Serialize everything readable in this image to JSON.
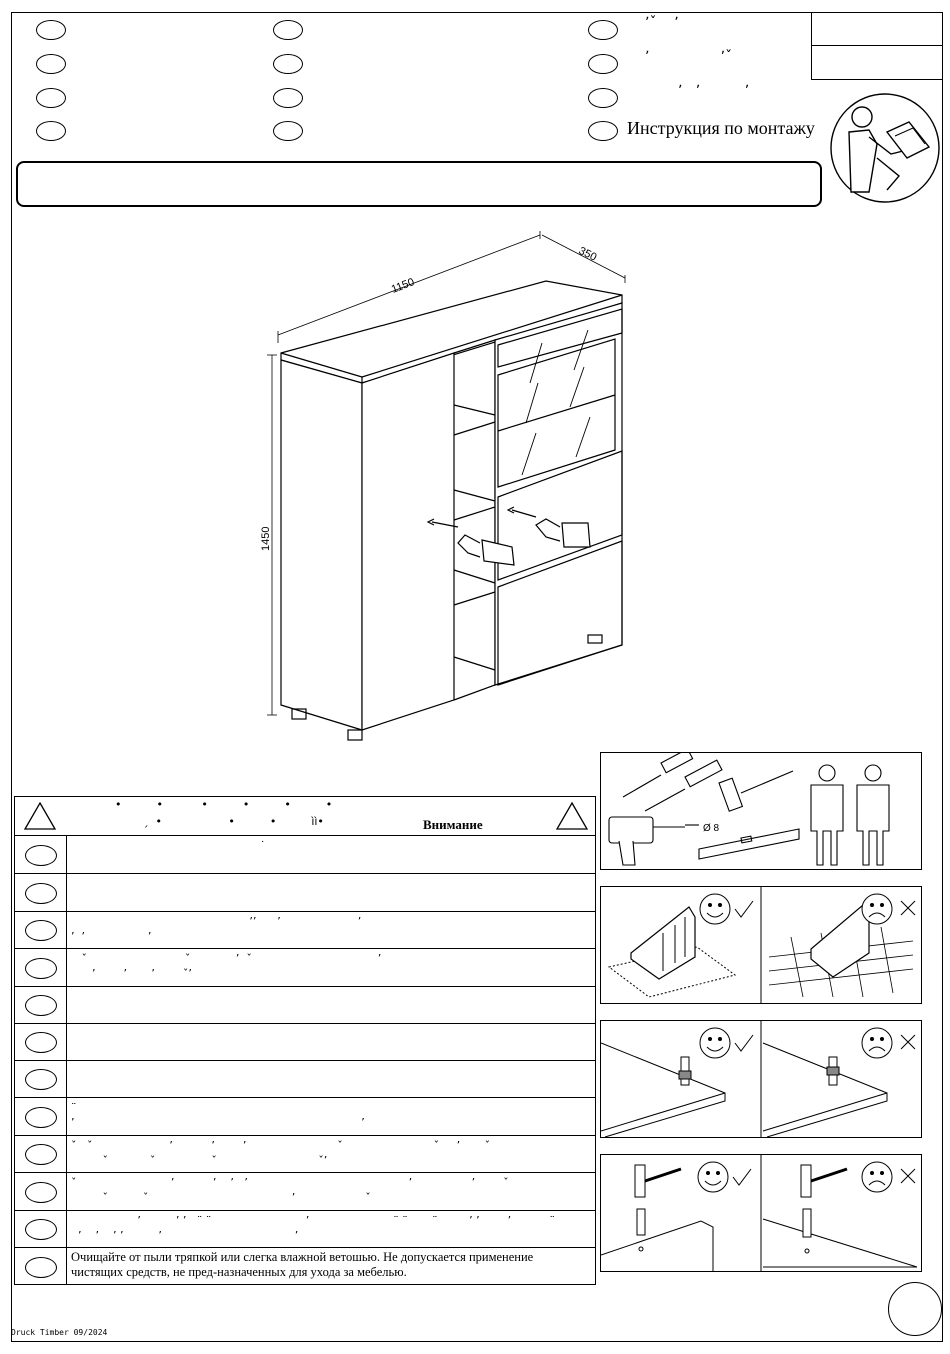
{
  "header": {
    "title": "Инструкция по монтажу",
    "fragments": [
      "ʼˇ    ʼ",
      "ʼ                ʼˇ",
      "ʼ   ʼ          ʼ"
    ]
  },
  "dimensions": {
    "width": "1150",
    "depth": "350",
    "height": "1450"
  },
  "warning": {
    "header_dots_line1": "•          •           •          •          •          •",
    "header_dots_line2": "ˏ  •                   •          •          ìì•",
    "attention_label": "Внимание",
    "rows": [
      {
        "line1": "                                                      ˙",
        "line2": ""
      },
      {
        "line1": "",
        "line2": ""
      },
      {
        "line1": "                                                   ʼʼ      ʼ                      ʼ",
        "line2": "ʼ  ʼ                  ʼ"
      },
      {
        "line1": "   ˇ                            ˇ             ʼ  ˇ                                    ʼ",
        "line2": "      ʼ        ʼ       ʼ        ˇʼ"
      },
      {
        "line1": "",
        "line2": ""
      },
      {
        "line1": "",
        "line2": ""
      },
      {
        "line1": "",
        "line2": ""
      },
      {
        "line1": "¨",
        "line2": "ʼ                                                                                  ʼ"
      },
      {
        "line1": "ˇ   ˇ                      ʼ           ʼ        ʼ                          ˇ                          ˇ     ʼ       ˇ",
        "line2": "         ˇ            ˇ                ˇ                             ˇʼ"
      },
      {
        "line1": "ˇ                           ʼ           ʼ    ʼ   ʼ                                              ʼ                 ʼ        ˇ",
        "line2": "         ˇ          ˇ                                         ʼ                    ˇ"
      },
      {
        "line1": "                   ʼ          ʼ ʼ   ¨ ¨                           ʼ                        ¨ ¨       ¨         ʼ ʼ        ʼ           ¨",
        "line2": "  ʼ    ʼ    ʼ ʼ          ʼ                                      ʼ"
      },
      {
        "line1": "Очищайте от пыли тряпкой или слегка влажной ветошью. Не допускается применение",
        "line2": "чистящих средств, не пред-назначенных для ухода за мебелью."
      }
    ]
  },
  "footer": {
    "print_code": "Druck Timber 09/2024"
  },
  "icons": [
    "instruction-reader-icon",
    "screwdriver-icon",
    "drill-icon",
    "hammer-icon",
    "level-icon",
    "person-icon",
    "smiley-happy-icon",
    "smiley-sad-icon",
    "check-icon",
    "cross-icon",
    "warning-triangle-icon"
  ]
}
